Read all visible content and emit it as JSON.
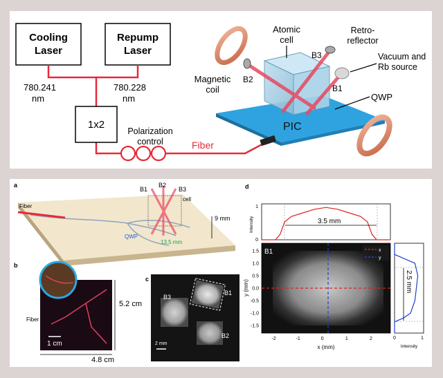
{
  "top": {
    "cooling_laser": [
      "Cooling",
      "Laser"
    ],
    "repump_laser": [
      "Repump",
      "Laser"
    ],
    "wl_cooling": [
      "780.241",
      "nm"
    ],
    "wl_repump": [
      "780.228",
      "nm"
    ],
    "splitter": "1x2",
    "polarization_control": [
      "Polarization",
      "control"
    ],
    "fiber": "Fiber",
    "atomic_cell": [
      "Atomic",
      "cell"
    ],
    "retro_reflector": [
      "Retro-",
      "reflector"
    ],
    "vacuum": [
      "Vacuum and",
      "Rb source"
    ],
    "magnetic_coil": [
      "Magnetic",
      "coil"
    ],
    "qwp": "QWP",
    "pic": "PIC",
    "beams": [
      "B1",
      "B2",
      "B3"
    ]
  },
  "panel_a": {
    "letter": "a",
    "fiber": "Fiber",
    "beams": [
      "B1",
      "B2",
      "B3"
    ],
    "cell": "cell",
    "height": "9 mm",
    "qwp": "QWP",
    "length": "13.5 mm"
  },
  "panel_b": {
    "letter": "b",
    "height": "5.2 cm",
    "width": "4.8 cm",
    "fiber": "Fiber",
    "scale": "1 cm"
  },
  "panel_c": {
    "letter": "c",
    "beams": [
      "B3",
      "B1",
      "B2"
    ],
    "scale": "2 mm"
  },
  "panel_d": {
    "letter": "d",
    "b1": "B1",
    "width_label": "3.5 mm",
    "height_label": "2.5 mm",
    "xlabel": "x (mm)",
    "ylabel": "y (mm)",
    "intensity": "Intensity",
    "legend": [
      "x",
      "y"
    ],
    "colors": {
      "x": "#e02020",
      "y": "#2040d0"
    }
  },
  "chart_data": [
    {
      "type": "line",
      "name_note": "",
      "x": [
        -2.8,
        -2.2,
        -2.0,
        -1.8,
        -1.5,
        -1.0,
        -0.5,
        0.0,
        0.5,
        1.0,
        1.5,
        1.8,
        2.0,
        2.2,
        2.8
      ],
      "series": [
        {
          "name": "x",
          "values": [
            0.0,
            0.0,
            0.15,
            0.5,
            0.65,
            0.75,
            0.85,
            0.9,
            0.85,
            0.75,
            0.65,
            0.5,
            0.15,
            0.0,
            0.0
          ]
        }
      ],
      "xlim": [
        -2.8,
        2.8
      ],
      "ylim": [
        0,
        1
      ],
      "yticks": [
        0,
        1
      ],
      "ylabel": "Intensity"
    },
    {
      "type": "line",
      "y": [
        -1.8,
        -1.35,
        -1.2,
        -1.0,
        -0.5,
        0.0,
        0.5,
        1.0,
        1.2,
        1.35,
        1.8
      ],
      "series": [
        {
          "name": "y",
          "values": [
            0.0,
            0.0,
            0.3,
            0.55,
            0.7,
            0.75,
            0.8,
            0.7,
            0.3,
            0.0,
            0.0
          ]
        }
      ],
      "xlim": [
        0,
        1
      ],
      "ylim": [
        -1.8,
        1.8
      ],
      "xticks": [
        0,
        1
      ],
      "xlabel": "Intensity"
    },
    {
      "type": "heatmap",
      "xticks": [
        -2,
        -1,
        0,
        1,
        2
      ],
      "yticks": [
        -1.5,
        -1.0,
        -0.5,
        0.0,
        0.5,
        1.0,
        1.5
      ],
      "xlim": [
        -2.5,
        2.8
      ],
      "ylim": [
        -1.8,
        1.8
      ],
      "xlabel": "x (mm)",
      "ylabel": "y (mm)",
      "legend": [
        "x",
        "y"
      ],
      "legend_position": "top-right"
    }
  ]
}
